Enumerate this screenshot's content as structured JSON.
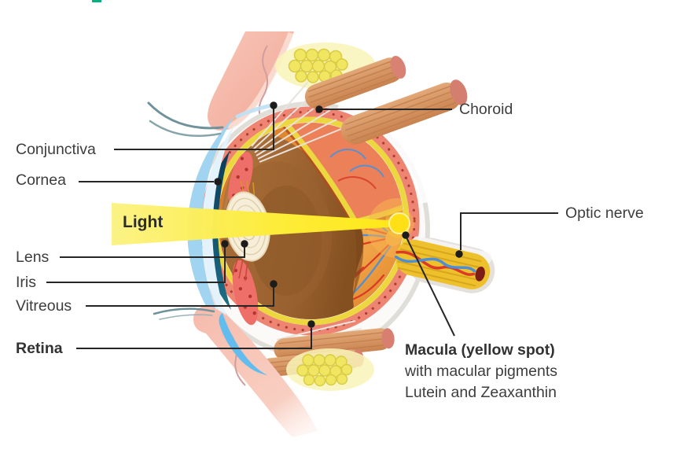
{
  "page": {
    "background": "#ffffff",
    "accent_mark_color": "#00b184"
  },
  "diagram": {
    "labels": {
      "conjunctiva": "Conjunctiva",
      "cornea": "Cornea",
      "light": "Light",
      "lens": "Lens",
      "iris": "Iris",
      "vitreous": "Vitreous",
      "retina": "Retina",
      "choroid": "Choroid",
      "optic_nerve": "Optic nerve",
      "macula": {
        "title": "Macula (yellow spot)",
        "subtitle_line1": "with macular pigments",
        "subtitle_line2": "Lutein and Zeaxanthin"
      }
    },
    "colors": {
      "light_beam": "#ffe816",
      "macula_spot": "#ffdf15",
      "leader_line": "#262626",
      "label_text": "#3d3d3d",
      "sclera": "#fbfaf8",
      "choroid_layer": "#ee8573",
      "retina_layer": "#ecd83e",
      "vitreous_body": "#a06331",
      "cornea_layer": "#a0d4f1",
      "iris_layer": "#0d4560"
    }
  }
}
